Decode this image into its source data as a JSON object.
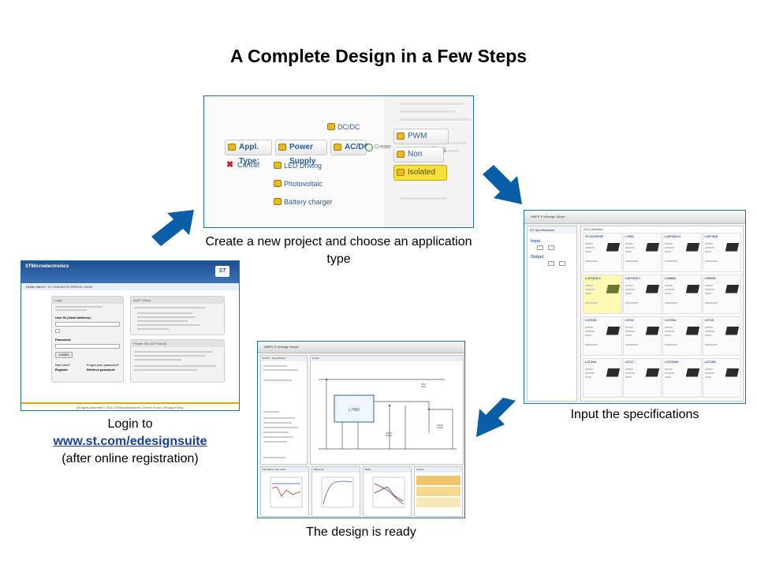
{
  "title": "A Complete Design in a Few Steps",
  "steps": {
    "login": {
      "caption_prefix": "Login to",
      "link": "www.st.com/edesignsuite",
      "caption_suffix": "(after online registration)",
      "screen": {
        "brand": "STMicroelectronics",
        "nav": "HOME  ABOUT ST  CONTACTS  PRESS  LOGIN",
        "logo": "ST",
        "login_panel_title": "Login",
        "user_id_label": "User ID (email address):",
        "password_label": "Password:",
        "login_button": "LOGIN",
        "new_user": "New user?",
        "register": "Register",
        "forgot": "Forgot your password?",
        "retrieve": "Retrieve password",
        "myst_title": "myST (New)",
        "private_title": "Private Site (STPartner)",
        "footer": "All rights reserved © 2010 STMicroelectronics | Terms of use | Privacy Policy"
      }
    },
    "create": {
      "caption": "Create a new project and choose an application type",
      "screen": {
        "appl_type": "Appl. Type:",
        "power_supply": "Power Supply",
        "ac_dc": "AC/DC",
        "dc_dc": "DC/DC",
        "create": "Create",
        "cancel": "Cancel",
        "led_driving": "LED Driving",
        "photovoltaic": "Photovoltaic",
        "battery_charger": "Battery charger",
        "pwm_controllers": "PWM Controllers",
        "non_isolated": "Non isolated",
        "isolated": "Isolated"
      }
    },
    "specs": {
      "caption": "Input the specifications",
      "screen": {
        "app_title": "SMPS ® eDesign Studio",
        "panel_title": "I/O Specifications",
        "input_label": "Input",
        "output_label": "Output",
        "collection_title": "ICs Collection",
        "parts": [
          "ST1S10PUR",
          "L7981",
          "L4973D3.3",
          "L4973D5",
          "L4973V3.3",
          "L4973V5.1",
          "L5988D",
          "L5989D",
          "L6731D",
          "L6732",
          "L6726A",
          "L6728",
          "L6726A",
          "L6727",
          "L6726AH",
          "L6728D"
        ]
      }
    },
    "design": {
      "caption": "The design is ready",
      "screen": {
        "app_title": "SMPS ® eDesign Studio",
        "spec_title": "DC/DC - Specification",
        "circuit_title": "Circuit",
        "part": "L7980",
        "plots": [
          "Simulation: duty cycle",
          "Efficiency",
          "Bode",
          "Losses"
        ]
      }
    }
  },
  "colors": {
    "arrow": "#0a5ea8",
    "link": "#1a3f9e",
    "frame": "#1f6fa3",
    "highlight": "#f4e23a"
  }
}
